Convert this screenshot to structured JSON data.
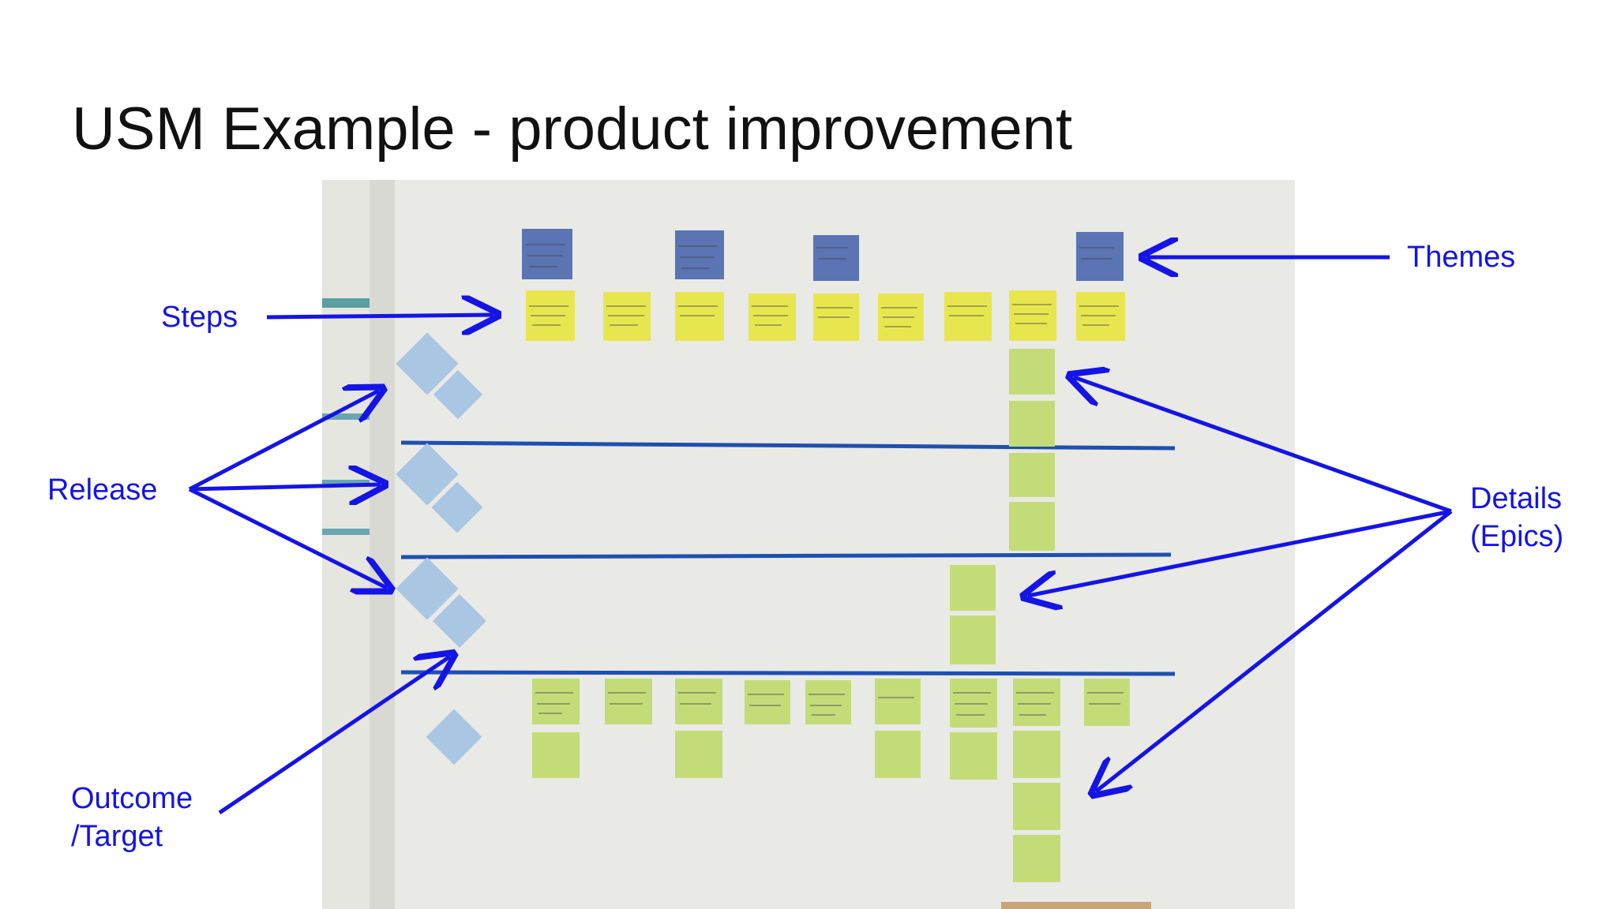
{
  "slide": {
    "title": "USM Example - product improvement"
  },
  "annotations": {
    "themes": "Themes",
    "steps": "Steps",
    "release": "Release",
    "details_line1": "Details",
    "details_line2": "(Epics)",
    "outcome_line1": "Outcome",
    "outcome_line2": "/Target"
  },
  "colors": {
    "annotation_blue": "#1414e6",
    "theme_note": "#5a74b4",
    "step_note": "#e8e64e",
    "detail_note": "#c4dc78",
    "release_tag": "#a9c6e2",
    "release_line": "#1f4fb0"
  }
}
